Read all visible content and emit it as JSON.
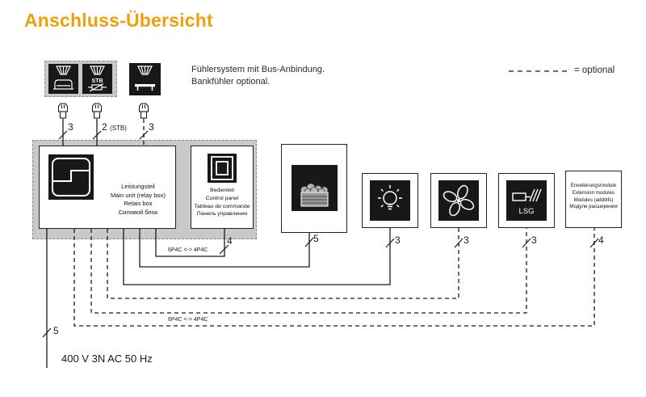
{
  "title": "Anschluss-Übersicht",
  "legend": {
    "optional_label": "= optional"
  },
  "note": {
    "line1": "Fühlersystem mit Bus-Anbindung.",
    "line2": "Bankfühler optional."
  },
  "sensors": {
    "oven_sensor": {
      "icon": "oven-temperature-sensor-icon",
      "cable": "3"
    },
    "stb_sensor": {
      "icon": "stb-safety-limiter-sensor-icon",
      "icon_text": "STB",
      "cable": "2",
      "cable_suffix": "(STB)"
    },
    "bench_sensor": {
      "icon": "bench-temperature-sensor-icon",
      "cable": "3"
    }
  },
  "units": {
    "main_unit": {
      "icon": "relay-box-icon",
      "name_lines": [
        "Leistungsteil",
        "Main unit (relay box)",
        "Relais box",
        "Силовой блок"
      ]
    },
    "control_panel": {
      "icon": "control-panel-display-icon",
      "name_lines": [
        "Bedienteil",
        "Control panel",
        "Tableau de commande",
        "Панель управления"
      ],
      "cable": "4",
      "adapter": "6P4C <-> 4P4C"
    },
    "heater": {
      "icon": "sauna-heater-icon",
      "cable": "5"
    },
    "light": {
      "icon": "light-bulb-icon",
      "cable": "3"
    },
    "fan": {
      "icon": "fan-icon",
      "cable": "3"
    },
    "lsg": {
      "icon": "lsg-module-icon",
      "icon_text": "LSG",
      "cable": "3"
    },
    "extension": {
      "name_lines": [
        "Erweiterungsmodule",
        "Extension modules",
        "Modules (additifs)",
        "Модули расширения"
      ],
      "cable": "4",
      "adapter": "6P4C <-> 4P4C"
    }
  },
  "power": {
    "cable": "5",
    "label": "400 V 3N AC 50 Hz"
  },
  "colors": {
    "accent": "#F0A005",
    "container_gray": "#c9c9c9",
    "line": "#1a1a1a"
  }
}
